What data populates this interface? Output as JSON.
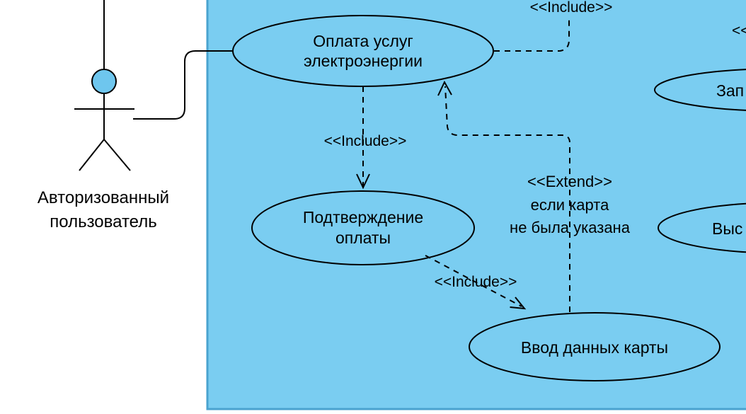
{
  "colors": {
    "system_fill": "#7acdf1",
    "system_border": "#4aa3cf",
    "head_fill": "#6ec6ee"
  },
  "actor": {
    "label_line1": "Авторизованный",
    "label_line2": "пользователь"
  },
  "use_cases": {
    "pay_electricity": {
      "line1": "Оплата услуг",
      "line2": "электроэнергии"
    },
    "confirm_payment": {
      "line1": "Подтверждение",
      "line2": "оплаты"
    },
    "enter_card_data": {
      "label": "Ввод данных карты"
    },
    "cropped_top_right": {
      "label": "Зап"
    },
    "cropped_bottom_right": {
      "label": "Выс"
    }
  },
  "connector_labels": {
    "include_top": "<<Include>>",
    "include_middle": "<<Include>>",
    "include_bottom": "<<Include>>",
    "extend_line1": "<<Extend>>",
    "extend_line2": "если карта",
    "extend_line3": "не была указана",
    "cropped_stereotype": "<<"
  }
}
